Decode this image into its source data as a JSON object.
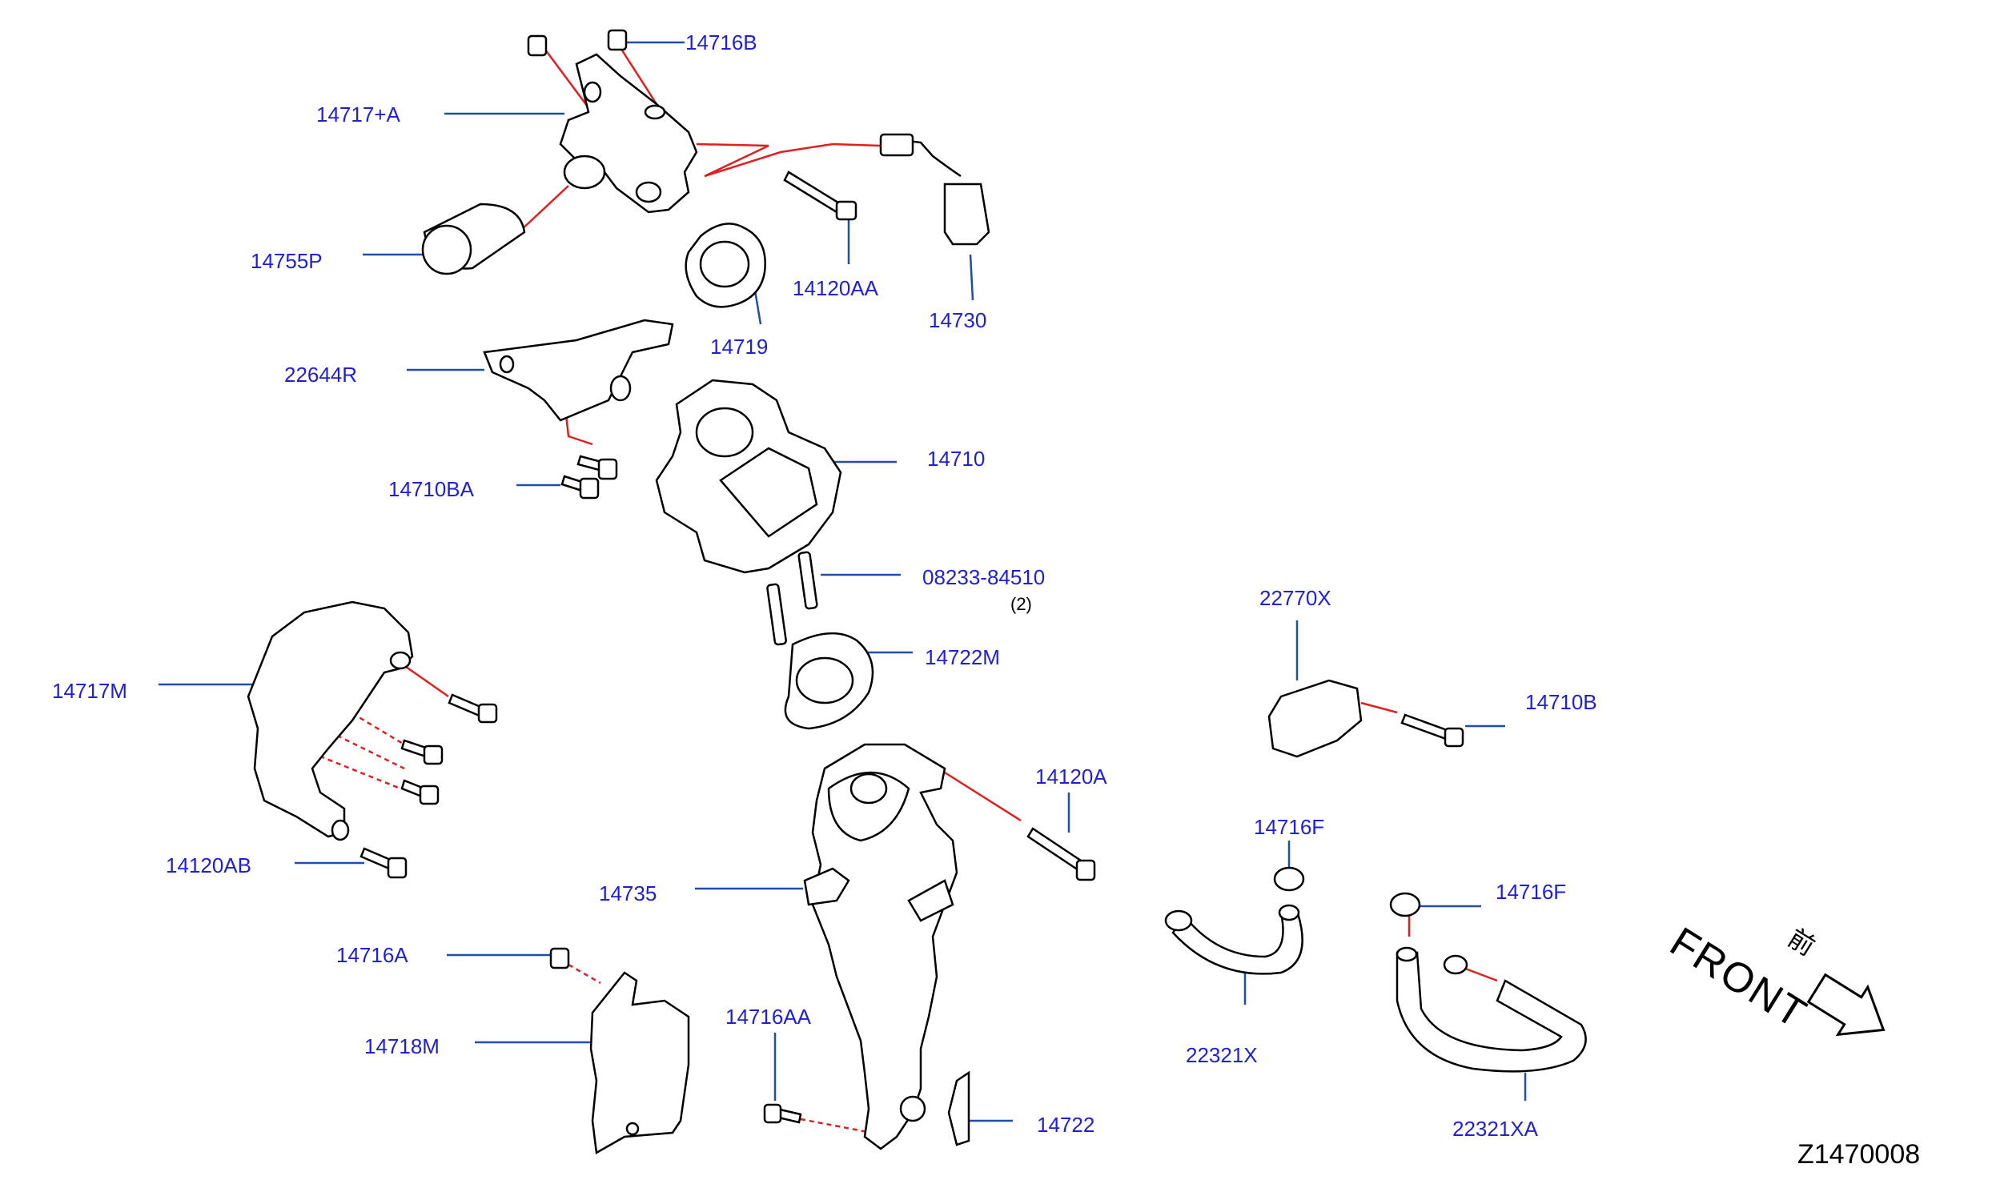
{
  "diagram": {
    "callouts": [
      {
        "id": "c14716B",
        "text": "14716B"
      },
      {
        "id": "c14717A",
        "text": "14717+A"
      },
      {
        "id": "c14755P",
        "text": "14755P"
      },
      {
        "id": "c14120AA",
        "text": "14120AA"
      },
      {
        "id": "c14719",
        "text": "14719"
      },
      {
        "id": "c14730",
        "text": "14730"
      },
      {
        "id": "c22644R",
        "text": "22644R"
      },
      {
        "id": "c14710",
        "text": "14710"
      },
      {
        "id": "c14710BA",
        "text": "14710BA"
      },
      {
        "id": "c08233",
        "text": "08233-84510"
      },
      {
        "id": "c14722M",
        "text": "14722M"
      },
      {
        "id": "c22770X",
        "text": "22770X"
      },
      {
        "id": "c14710B",
        "text": "14710B"
      },
      {
        "id": "c14717M",
        "text": "14717M"
      },
      {
        "id": "c14120A",
        "text": "14120A"
      },
      {
        "id": "c14716F1",
        "text": "14716F"
      },
      {
        "id": "c14716F2",
        "text": "14716F"
      },
      {
        "id": "c14120AB",
        "text": "14120AB"
      },
      {
        "id": "c14735",
        "text": "14735"
      },
      {
        "id": "c14716A",
        "text": "14716A"
      },
      {
        "id": "c14716AA",
        "text": "14716AA"
      },
      {
        "id": "c14718M",
        "text": "14718M"
      },
      {
        "id": "c22321X",
        "text": "22321X"
      },
      {
        "id": "c22321XA",
        "text": "22321XA"
      },
      {
        "id": "c14722",
        "text": "14722"
      }
    ],
    "quantity_note": "(2)",
    "front_label": "FRONT",
    "front_kanji": "前",
    "diagram_code": "Z1470008",
    "colors": {
      "callout_text": "#1f1fd6",
      "leader_line": "#1f4fa8",
      "connector_line": "#e02020",
      "outline": "#000000"
    }
  }
}
